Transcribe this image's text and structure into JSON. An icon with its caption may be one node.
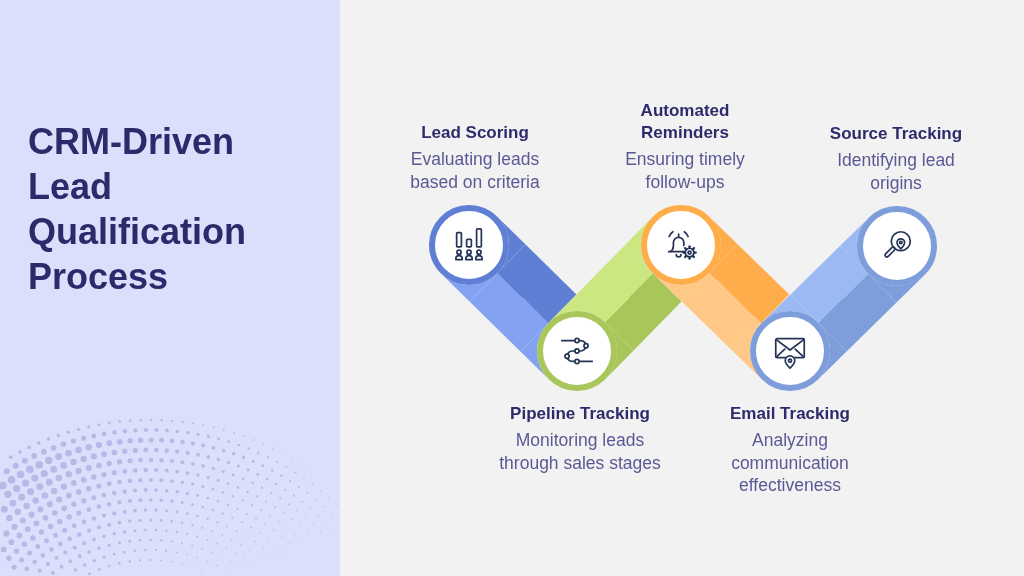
{
  "diagram": {
    "title": "CRM-Driven Lead Qualification Process",
    "nodes": [
      {
        "text": [
          "Lead Scoring",
          "Evaluating leads based on criteria"
        ]
      },
      {
        "text": [
          "Pipeline Tracking",
          "Monitoring leads through sales stages"
        ]
      },
      {
        "text": [
          "Automated Reminders",
          "Ensuring timely follow-ups"
        ]
      },
      {
        "text": [
          "Email Tracking",
          "Analyzing communication effectiveness"
        ]
      },
      {
        "text": [
          "Source Tracking",
          "Identifying lead origins"
        ]
      }
    ],
    "edges": [
      {
        "from": 0,
        "to": 1,
        "arrow": "none",
        "color": "#5f7fd4"
      },
      {
        "from": 1,
        "to": 2,
        "arrow": "none",
        "color": "#a8c65a"
      },
      {
        "from": 2,
        "to": 3,
        "arrow": "none",
        "color": "#ffad4a"
      },
      {
        "from": 3,
        "to": 4,
        "arrow": "none",
        "color": "#7d9ddb"
      }
    ]
  }
}
